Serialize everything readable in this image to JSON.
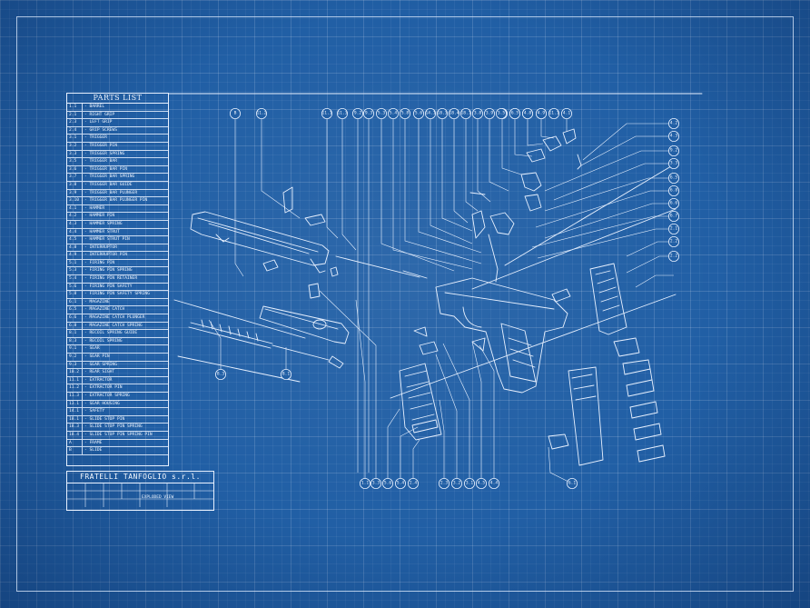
{
  "parts_list": {
    "title": "PARTS LIST",
    "items": [
      {
        "no": "1.1",
        "name": "BARREL"
      },
      {
        "no": "2.1",
        "name": "RIGHT GRIP"
      },
      {
        "no": "2.3",
        "name": "LEFT GRIP"
      },
      {
        "no": "2.4",
        "name": "GRIP SCREWS"
      },
      {
        "no": "3.1",
        "name": "TRIGGER"
      },
      {
        "no": "3.2",
        "name": "TRIGGER PIN"
      },
      {
        "no": "3.3",
        "name": "TRIGGER SPRING"
      },
      {
        "no": "3.5",
        "name": "TRIGGER BAR"
      },
      {
        "no": "3.6",
        "name": "TRIGGER BAR PIN"
      },
      {
        "no": "3.7",
        "name": "TRIGGER BAR SPRING"
      },
      {
        "no": "3.8",
        "name": "TRIGGER BAR GUIDE"
      },
      {
        "no": "3.9",
        "name": "TRIGGER BAR PLUNGER"
      },
      {
        "no": "3.10",
        "name": "TRIGGER BAR PLUNGER PIN"
      },
      {
        "no": "4.1",
        "name": "HAMMER"
      },
      {
        "no": "4.2",
        "name": "HAMMER PIN"
      },
      {
        "no": "4.3",
        "name": "HAMMER SPRING"
      },
      {
        "no": "4.4",
        "name": "HAMMER STRUT"
      },
      {
        "no": "4.5",
        "name": "HAMMER STRUT PIN"
      },
      {
        "no": "4.8",
        "name": "INTERRUPTOR"
      },
      {
        "no": "4.9",
        "name": "INTERRUPTOR PIN"
      },
      {
        "no": "5.1",
        "name": "FIRING PIN"
      },
      {
        "no": "5.3",
        "name": "FIRING PIN SPRING"
      },
      {
        "no": "5.4",
        "name": "FIRING PIN RETAINER"
      },
      {
        "no": "5.6",
        "name": "FIRING PIN SAFETY"
      },
      {
        "no": "5.8",
        "name": "FIRING PIN SAFETY SPRING"
      },
      {
        "no": "6.1",
        "name": "MAGAZINE"
      },
      {
        "no": "6.5",
        "name": "MAGAZINE CATCH"
      },
      {
        "no": "6.6",
        "name": "MAGAZINE CATCH PLUNGER"
      },
      {
        "no": "6.8",
        "name": "MAGAZINE CATCH SPRING"
      },
      {
        "no": "8.1",
        "name": "RECOIL SPRING GUIDE"
      },
      {
        "no": "8.3",
        "name": "RECOIL SPRING"
      },
      {
        "no": "9.1",
        "name": "SEAR"
      },
      {
        "no": "9.2",
        "name": "SEAR PIN"
      },
      {
        "no": "9.3",
        "name": "SEAR SPRING"
      },
      {
        "no": "10.2",
        "name": "REAR SIGHT"
      },
      {
        "no": "11.1",
        "name": "EXTRACTOR"
      },
      {
        "no": "11.2",
        "name": "EXTRACTOR PIN"
      },
      {
        "no": "11.3",
        "name": "EXTRACTOR SPRING"
      },
      {
        "no": "13.1",
        "name": "SEAR HOUSING"
      },
      {
        "no": "14.1",
        "name": "SAFETY"
      },
      {
        "no": "18.1",
        "name": "SLIDE STOP PIN"
      },
      {
        "no": "18.3",
        "name": "SLIDE STOP PIN SPRING"
      },
      {
        "no": "18.4",
        "name": "SLIDE STOP PIN SPRING PIN"
      },
      {
        "no": "A",
        "name": "FRAME"
      },
      {
        "no": "B",
        "name": "SLIDE"
      }
    ]
  },
  "title_block": {
    "company": "FRATELLI TANFOGLIO s.r.l.",
    "view": "EXPLODED VIEW"
  },
  "callouts_top": [
    "B",
    "11.2",
    "11.1",
    "11.3",
    "9.2",
    "9.3",
    "5.3",
    "5.4",
    "5.8",
    "5.6",
    "14.1",
    "18.3",
    "18.4",
    "18.1",
    "3.8",
    "3.9",
    "3.10",
    "5.1",
    "3.7",
    "3.6",
    "11.1",
    "3.5",
    "6.5",
    "4.8",
    "4.9",
    "4.1"
  ],
  "callouts_bottom": [
    "1.1",
    "3.3",
    "5.6",
    "5.4",
    "2.4",
    "2.3",
    "3.2",
    "3.1",
    "4.5",
    "4.4"
  ],
  "callouts_right": [
    "4.2",
    "4.3",
    "9.2",
    "3.3",
    "6.5",
    "6.8",
    "6.6",
    "6.7",
    "2.1",
    "2.2",
    "2.2"
  ],
  "callouts_other": [
    "8.3",
    "8.1",
    "6.1"
  ],
  "colors": {
    "background": "#215fa5",
    "line": "#e8f1ff",
    "grid": "#ffffff"
  }
}
